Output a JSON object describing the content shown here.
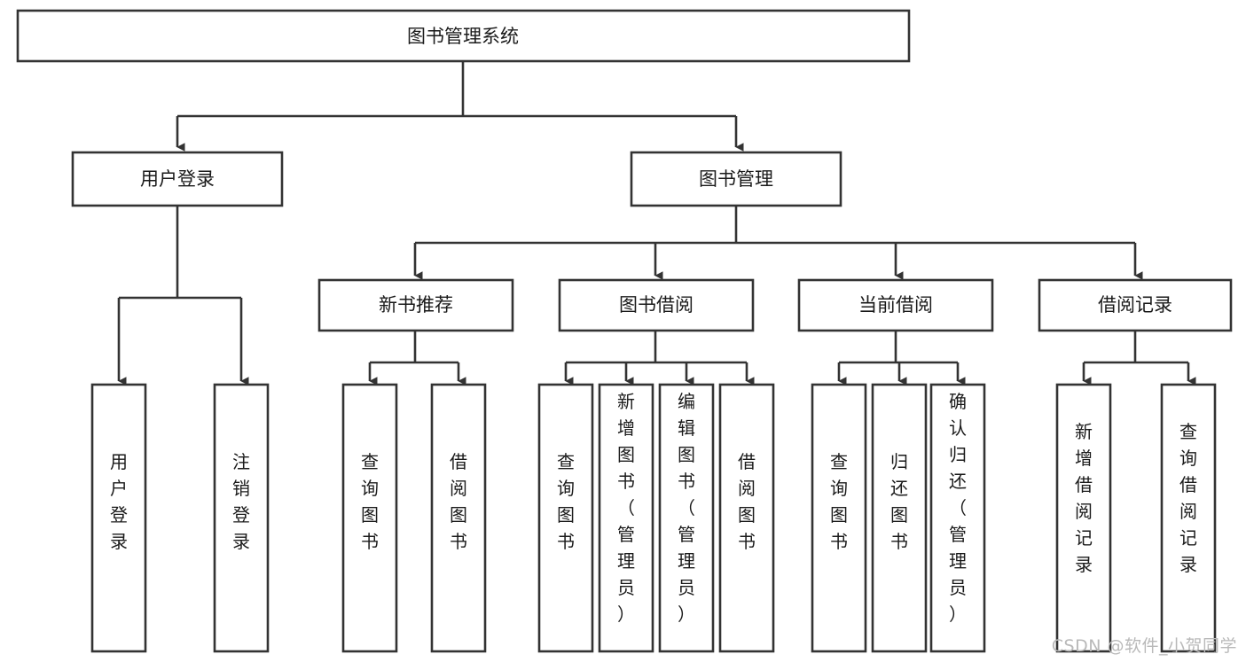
{
  "diagram": {
    "title": "图书管理系统",
    "type": "tree-hierarchy",
    "watermark": "CSDN @软件_小贺同学",
    "colors": {
      "stroke": "#333333",
      "fill": "#ffffff",
      "text": "#1a1a1a",
      "watermark": "#b9b9b9"
    },
    "root": {
      "label": "图书管理系统"
    },
    "level2": [
      {
        "label": "用户登录"
      },
      {
        "label": "图书管理"
      }
    ],
    "level3": [
      {
        "label": "新书推荐"
      },
      {
        "label": "图书借阅"
      },
      {
        "label": "当前借阅"
      },
      {
        "label": "借阅记录"
      }
    ],
    "leaves": {
      "user_login": [
        {
          "label": "用户登录"
        },
        {
          "label": "注销登录"
        }
      ],
      "new_book_recommend": [
        {
          "label": "查询图书"
        },
        {
          "label": "借阅图书"
        }
      ],
      "book_borrow": [
        {
          "label": "查询图书"
        },
        {
          "label": "新增图书（管理员）"
        },
        {
          "label": "编辑图书（管理员）"
        },
        {
          "label": "借阅图书"
        }
      ],
      "current_borrow": [
        {
          "label": "查询图书"
        },
        {
          "label": "归还图书"
        },
        {
          "label": "确认归还（管理员）"
        }
      ],
      "borrow_records": [
        {
          "label": "新增借阅记录"
        },
        {
          "label": "查询借阅记录"
        }
      ]
    }
  }
}
